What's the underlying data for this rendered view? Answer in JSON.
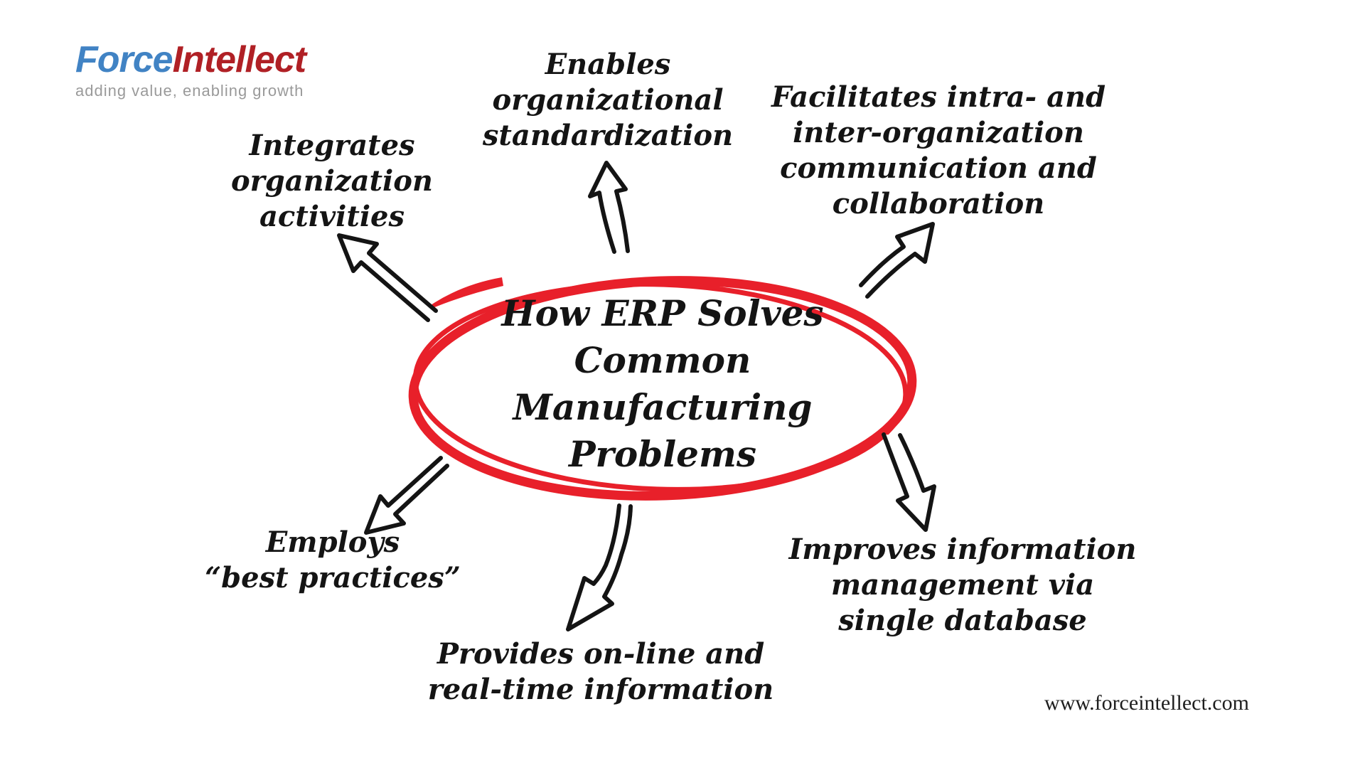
{
  "logo": {
    "brand_part1": "Force",
    "brand_part2": "Intellect",
    "tagline": "adding value, enabling growth"
  },
  "center": {
    "title": "How ERP Solves\nCommon\nManufacturing\nProblems"
  },
  "benefits": {
    "integrates": "Integrates\norganization\nactivities",
    "enables": "Enables\norganizational\nstandardization",
    "facilitates": "Facilitates intra- and\ninter-organization\ncommunication and\ncollaboration",
    "employs": "Employs\n“best practices”",
    "provides": "Provides on-line and\nreal-time information",
    "improves": "Improves information\nmanagement via\nsingle database"
  },
  "footer": {
    "website": "www.forceintellect.com"
  },
  "colors": {
    "ink": "#141414",
    "ring-red": "#E8202A",
    "logo-blue": "#4183C4",
    "logo-red": "#B02025",
    "tagline-gray": "#9A9A9A",
    "url-ink": "#1e1e1e",
    "paper": "#ffffff"
  }
}
